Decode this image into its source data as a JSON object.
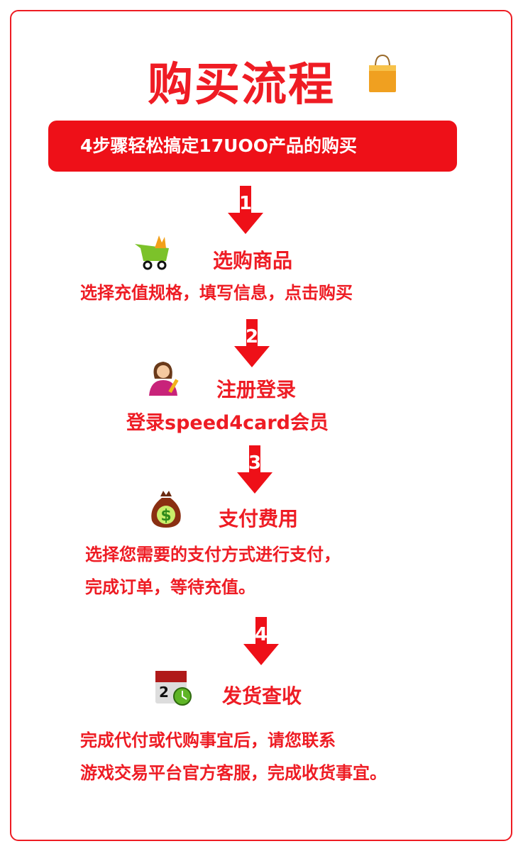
{
  "title": "购买流程",
  "banner": "4步骤轻松搞定17UOO产品的购买",
  "steps": [
    {
      "number": "1",
      "icon": "shopping-cart-icon",
      "title": "选购商品",
      "desc": [
        "选择充值规格，填写信息，点击购买"
      ]
    },
    {
      "number": "2",
      "icon": "user-register-icon",
      "title": "注册登录",
      "desc": [
        "登录speed4card会员"
      ]
    },
    {
      "number": "3",
      "icon": "money-bag-icon",
      "title": "支付费用",
      "desc": [
        "选择您需要的支付方式进行支付，",
        "完成订单，等待充值。"
      ]
    },
    {
      "number": "4",
      "icon": "calendar-clock-icon",
      "title": "发货查收",
      "desc": [
        "完成代付或代购事宜后，请您联系",
        "游戏交易平台官方客服，完成收货事宜。"
      ]
    }
  ],
  "calendar_day": "2",
  "colors": {
    "accent": "#ee1c24",
    "banner": "#ee1018"
  }
}
